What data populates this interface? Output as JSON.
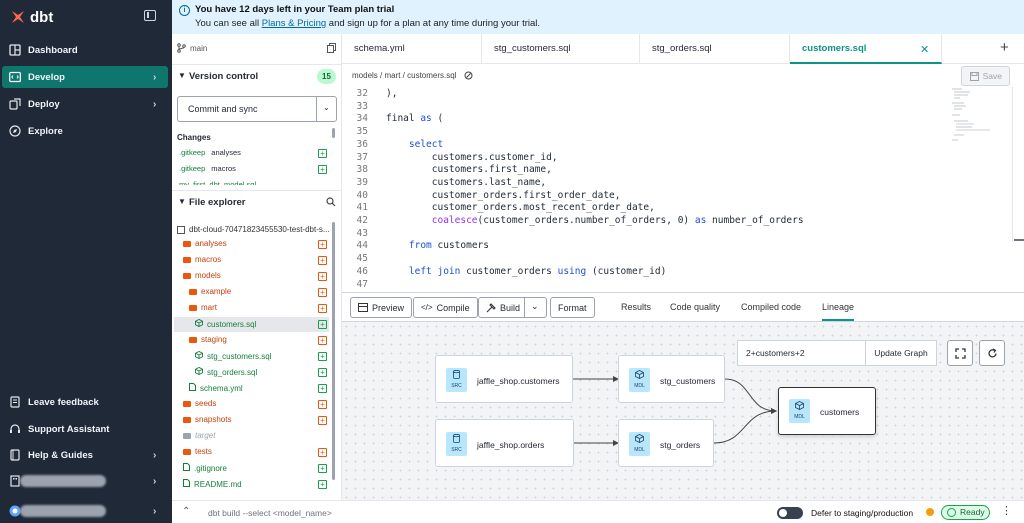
{
  "sidebar": {
    "logo_text": "dbt",
    "nav": [
      {
        "label": "Dashboard",
        "icon": "dashboard-icon"
      },
      {
        "label": "Develop",
        "icon": "code-icon",
        "active": true
      },
      {
        "label": "Deploy",
        "icon": "deploy-icon"
      },
      {
        "label": "Explore",
        "icon": "compass-icon"
      }
    ],
    "bottom": [
      {
        "label": "Leave feedback",
        "icon": "feedback-icon"
      },
      {
        "label": "Support Assistant",
        "icon": "headset-icon"
      },
      {
        "label": "Help & Guides",
        "icon": "book-icon"
      }
    ]
  },
  "banner": {
    "title": "You have 12 days left in your Team plan trial",
    "text_before": "You can see all ",
    "link": "Plans & Pricing",
    "text_after": " and sign up for a plan at any time during your trial."
  },
  "git": {
    "branch": "main",
    "version_control_label": "Version control",
    "change_count": "15",
    "commit_label": "Commit and sync",
    "changes_label": "Changes",
    "changes": [
      {
        "file": ".gitkeep",
        "dir": "analyses"
      },
      {
        "file": ".gitkeep",
        "dir": "macros"
      },
      {
        "file": "my_first_dbt_model.sql",
        "dir": ""
      }
    ]
  },
  "explorer": {
    "label": "File explorer",
    "project": "dbt-cloud-70471823455530-test-dbt-s...",
    "items": [
      {
        "name": "analyses",
        "type": "folder"
      },
      {
        "name": "macros",
        "type": "folder"
      },
      {
        "name": "models",
        "type": "folder"
      },
      {
        "name": "example",
        "type": "folder"
      },
      {
        "name": "mart",
        "type": "folder"
      },
      {
        "name": "customers.sql",
        "type": "model"
      },
      {
        "name": "staging",
        "type": "folder"
      },
      {
        "name": "stg_customers.sql",
        "type": "model"
      },
      {
        "name": "stg_orders.sql",
        "type": "model"
      },
      {
        "name": "schema.yml",
        "type": "file"
      },
      {
        "name": "seeds",
        "type": "folder"
      },
      {
        "name": "snapshots",
        "type": "folder"
      },
      {
        "name": "target",
        "type": "folder-gray"
      },
      {
        "name": "tests",
        "type": "folder"
      },
      {
        "name": ".gitignore",
        "type": "file"
      },
      {
        "name": "README.md",
        "type": "file"
      }
    ]
  },
  "tabs": [
    "schema.yml",
    "stg_customers.sql",
    "stg_orders.sql",
    "customers.sql"
  ],
  "breadcrumb": "models / mart / customers.sql",
  "save_label": "Save",
  "code_lines": [
    {
      "n": "32",
      "t": "),"
    },
    {
      "n": "33",
      "t": ""
    },
    {
      "n": "34",
      "t": "final as ("
    },
    {
      "n": "35",
      "t": ""
    },
    {
      "n": "36",
      "t": "    select"
    },
    {
      "n": "37",
      "t": "        customers.customer_id,"
    },
    {
      "n": "38",
      "t": "        customers.first_name,"
    },
    {
      "n": "39",
      "t": "        customers.last_name,"
    },
    {
      "n": "40",
      "t": "        customer_orders.first_order_date,"
    },
    {
      "n": "41",
      "t": "        customer_orders.most_recent_order_date,"
    },
    {
      "n": "42",
      "t": "        coalesce(customer_orders.number_of_orders, 0) as number_of_orders"
    },
    {
      "n": "43",
      "t": ""
    },
    {
      "n": "44",
      "t": "    from customers"
    },
    {
      "n": "45",
      "t": ""
    },
    {
      "n": "46",
      "t": "    left join customer_orders using (customer_id)"
    },
    {
      "n": "47",
      "t": ""
    }
  ],
  "toolbar": {
    "preview": "Preview",
    "compile": "Compile",
    "build": "Build",
    "format": "Format",
    "result_tabs": [
      "Results",
      "Code quality",
      "Compiled code",
      "Lineage"
    ]
  },
  "lineage": {
    "selector": "2+customers+2",
    "update_label": "Update Graph",
    "nodes": [
      {
        "name": "jaffle_shop.customers",
        "badge": "SRC"
      },
      {
        "name": "jaffle_shop.orders",
        "badge": "SRC"
      },
      {
        "name": "stg_customers",
        "badge": "MDL"
      },
      {
        "name": "stg_orders",
        "badge": "MDL"
      },
      {
        "name": "customers",
        "badge": "MDL"
      }
    ]
  },
  "status": {
    "command_placeholder": "dbt build --select <model_name>",
    "defer_label": "Defer to staging/production",
    "ready_label": "Ready"
  }
}
